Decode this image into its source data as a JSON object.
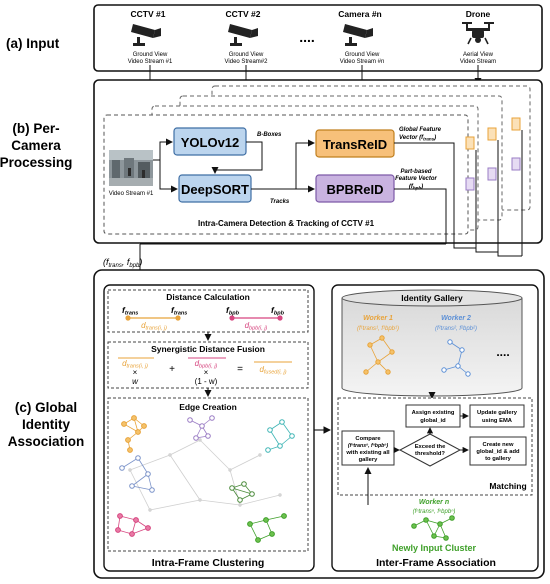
{
  "sections": {
    "input": "(a) Input",
    "per_camera": [
      "(b) Per-",
      "Camera",
      "Processing"
    ],
    "global": [
      "(c) Global",
      "Identity",
      "Association"
    ]
  },
  "inputs": [
    {
      "title": "CCTV #1",
      "view": "Ground View",
      "stream": "Video Stream #1",
      "icon": "cctv-camera-icon"
    },
    {
      "title": "CCTV #2",
      "view": "Ground View",
      "stream": "Video Stream#2",
      "icon": "cctv-camera-icon"
    },
    {
      "title": "Camera #n",
      "view": "Ground View",
      "stream": "Video Stream #n",
      "icon": "cctv-camera-icon"
    },
    {
      "title": "Drone",
      "view": "Aerial View",
      "stream": "Video Stream",
      "icon": "drone-icon"
    }
  ],
  "ellipsis": "....",
  "per_camera": {
    "yolo": "YOLOv12",
    "deepsort": "DeepSORT",
    "transreid": "TransReID",
    "bpbreid": "BPBReID",
    "bboxes": "B-Boxes",
    "tracks": "Tracks",
    "video_label": "Video Stream #1",
    "global_feat": [
      "Global Feature",
      "Vector (f",
      "trans",
      ")"
    ],
    "part_feat": [
      "Part-based",
      "Feature Vector",
      "(f",
      "bpb",
      ")"
    ],
    "caption": "Intra-Camera Detection & Tracking of CCTV #1",
    "output": [
      "(f",
      "trans",
      ", f",
      "bpb",
      ")"
    ]
  },
  "intra": {
    "distance_title": "Distance Calculation",
    "fusion_title": "Synergistic Distance Fusion",
    "edge_title": "Edge Creation",
    "footer": "Intra-Frame Clustering",
    "f": "f",
    "trans": "trans",
    "bpb": "bpb",
    "d": "d",
    "d_trans_sub": "trans(i, j)",
    "d_bpb_sub": "bpb(i, j)",
    "d_fused_sub": "fused(i, j)",
    "w": "w",
    "one_minus_w": "(1 - w)",
    "plus": "+",
    "times": "×",
    "equals": "="
  },
  "inter": {
    "gallery_title": "Identity Gallery",
    "workers": [
      {
        "name": "Worker 1",
        "feat": "(f¹trans¹, f¹bpb¹)"
      },
      {
        "name": "Worker 2",
        "feat": "(f²trans², f²bpb²)"
      }
    ],
    "gallery_ellipsis": "....",
    "compare": [
      "Compare",
      "(fⁿtransⁿ, fⁿbpbⁿ)",
      "with existing all",
      "gallery"
    ],
    "assign": [
      "Assign existing",
      "global_id"
    ],
    "update": [
      "Update gallery",
      "using EMA"
    ],
    "decision": [
      "Exceed the",
      "threshold?"
    ],
    "create": [
      "Create new",
      "global_id & add",
      "to gallery"
    ],
    "matching": "Matching",
    "worker_n": "Worker n",
    "worker_n_feat": "(fⁿtransⁿ, fⁿbpbⁿ)",
    "new_cluster": "Newly Input Cluster",
    "footer": "Inter-Frame Association"
  },
  "colors": {
    "yolo": "#bcd5ee",
    "transreid": "#f7c07a",
    "bpbreid": "#c9b3e0",
    "orange": "#e8a33a",
    "pink": "#d6457f",
    "green": "#3fa02a",
    "blue_worker": "#5b8fd6"
  }
}
